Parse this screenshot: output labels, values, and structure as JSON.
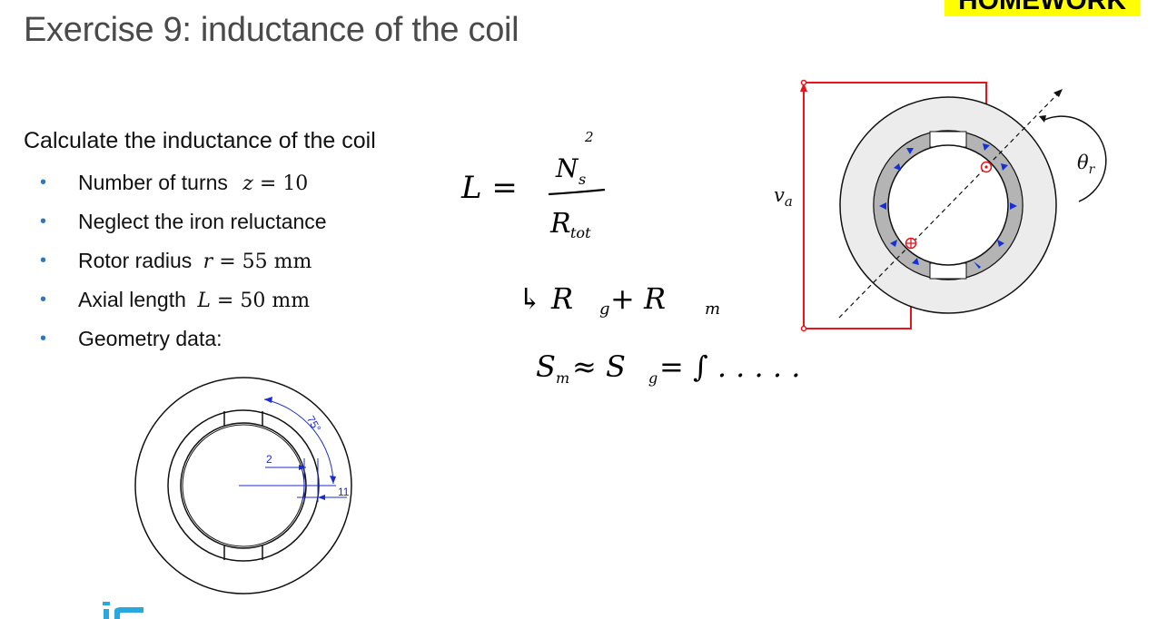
{
  "header": {
    "title": "Exercise 9: inductance of the coil",
    "badge": "HOMEWORK"
  },
  "content": {
    "intro": "Calculate the inductance of the coil",
    "bullets": [
      {
        "label": "Number of turns",
        "var": "z",
        "value": "10"
      },
      {
        "label": "Neglect the iron reluctance"
      },
      {
        "label": "Rotor radius",
        "var": "r",
        "value": "55 mm"
      },
      {
        "label": "Axial length",
        "var": "L",
        "value": "50 mm"
      },
      {
        "label": "Geometry data:"
      }
    ]
  },
  "geometry_diagram": {
    "angle_label": "75°",
    "dim_gap": "2",
    "dim_magnet": "11"
  },
  "machine_diagram": {
    "voltage_label": "v",
    "voltage_subscript": "a",
    "angle_label": "θ",
    "angle_subscript": "r"
  },
  "handwriting": {
    "line1_lhs": "L =",
    "numerator": "N",
    "numerator_sub": "s",
    "numerator_exp": "2",
    "denominator": "R",
    "denominator_sub": "tot",
    "line2": "↳ R",
    "line2_sub1": "g",
    "line2_mid": " + R",
    "line2_sub2": "m",
    "line3": "S",
    "line3_sub1": "m",
    "line3_mid": " ≈ S",
    "line3_sub2": "g",
    "line3_end": " = ∫ . . . . ."
  },
  "colors": {
    "accent_red": "#e8141b",
    "arrow_blue": "#1530d8",
    "dim_blue": "#1a2bd0",
    "bullet_blue": "#2a79c9",
    "badge_yellow": "#ffff00",
    "logo_cyan": "#29a8e0"
  }
}
